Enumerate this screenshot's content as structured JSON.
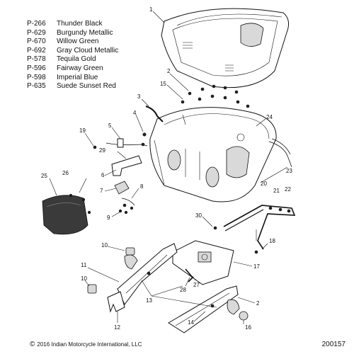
{
  "color_legend": [
    {
      "code": "P-266",
      "name": "Thunder Black"
    },
    {
      "code": "P-629",
      "name": "Burgundy Metallic"
    },
    {
      "code": "P-670",
      "name": "Willow Green"
    },
    {
      "code": "P-692",
      "name": "Gray Cloud Metallic"
    },
    {
      "code": "P-578",
      "name": "Tequila Gold"
    },
    {
      "code": "P-596",
      "name": "Fairway Green"
    },
    {
      "code": "P-598",
      "name": "Imperial Blue"
    },
    {
      "code": "P-635",
      "name": "Suede Sunset Red"
    }
  ],
  "callouts": [
    "1",
    "2",
    "3",
    "4",
    "5",
    "6",
    "7",
    "8",
    "9",
    "10",
    "11",
    "12",
    "13",
    "14",
    "15",
    "16",
    "17",
    "18",
    "19",
    "20",
    "21",
    "22",
    "23",
    "24",
    "25",
    "26",
    "27",
    "28",
    "29",
    "30"
  ],
  "footer": {
    "copyright_symbol": "©",
    "copyright": "2016 Indian Motorcycle International, LLC",
    "diagram_id": "200157"
  }
}
